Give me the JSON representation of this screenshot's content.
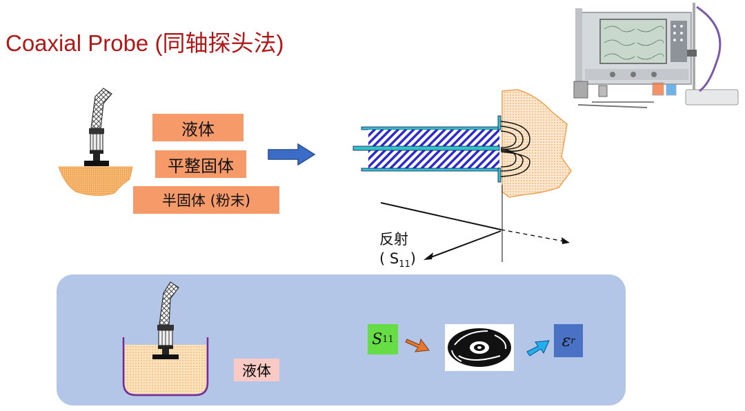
{
  "title": "Coaxial Probe (同轴探头法)",
  "sample_labels": [
    "液体",
    "平整固体",
    "半固体 (粉末)"
  ],
  "reflection": {
    "line1": "反射",
    "line2_prefix": "( S",
    "line2_sub": "11",
    "line2_suffix": ")"
  },
  "bottom_panel": {
    "liquid_label": "液体",
    "s11": {
      "main": "S",
      "sub": "11"
    },
    "epsilon": {
      "main": "ε",
      "sub": "r"
    }
  },
  "colors": {
    "title": "#b01818",
    "label_fill": "#f79a6a",
    "panel_fill": "#b4c6e7",
    "liquid_label_fill": "#f9c9c4",
    "s11_fill": "#66dd44",
    "epsilon_fill": "#4a72c4",
    "material": "#f6b26b",
    "probe_hatch": "#2a2ad0",
    "probe_outline": "#33c3c3",
    "arrow_blue": "#3a6cc8",
    "arrow_orange": "#e4782e",
    "arrow_cyan": "#22aef0"
  },
  "icons": [
    "coaxial-probe-icon",
    "network-analyzer-photo",
    "disc-software-icon",
    "right-arrow-icon"
  ]
}
